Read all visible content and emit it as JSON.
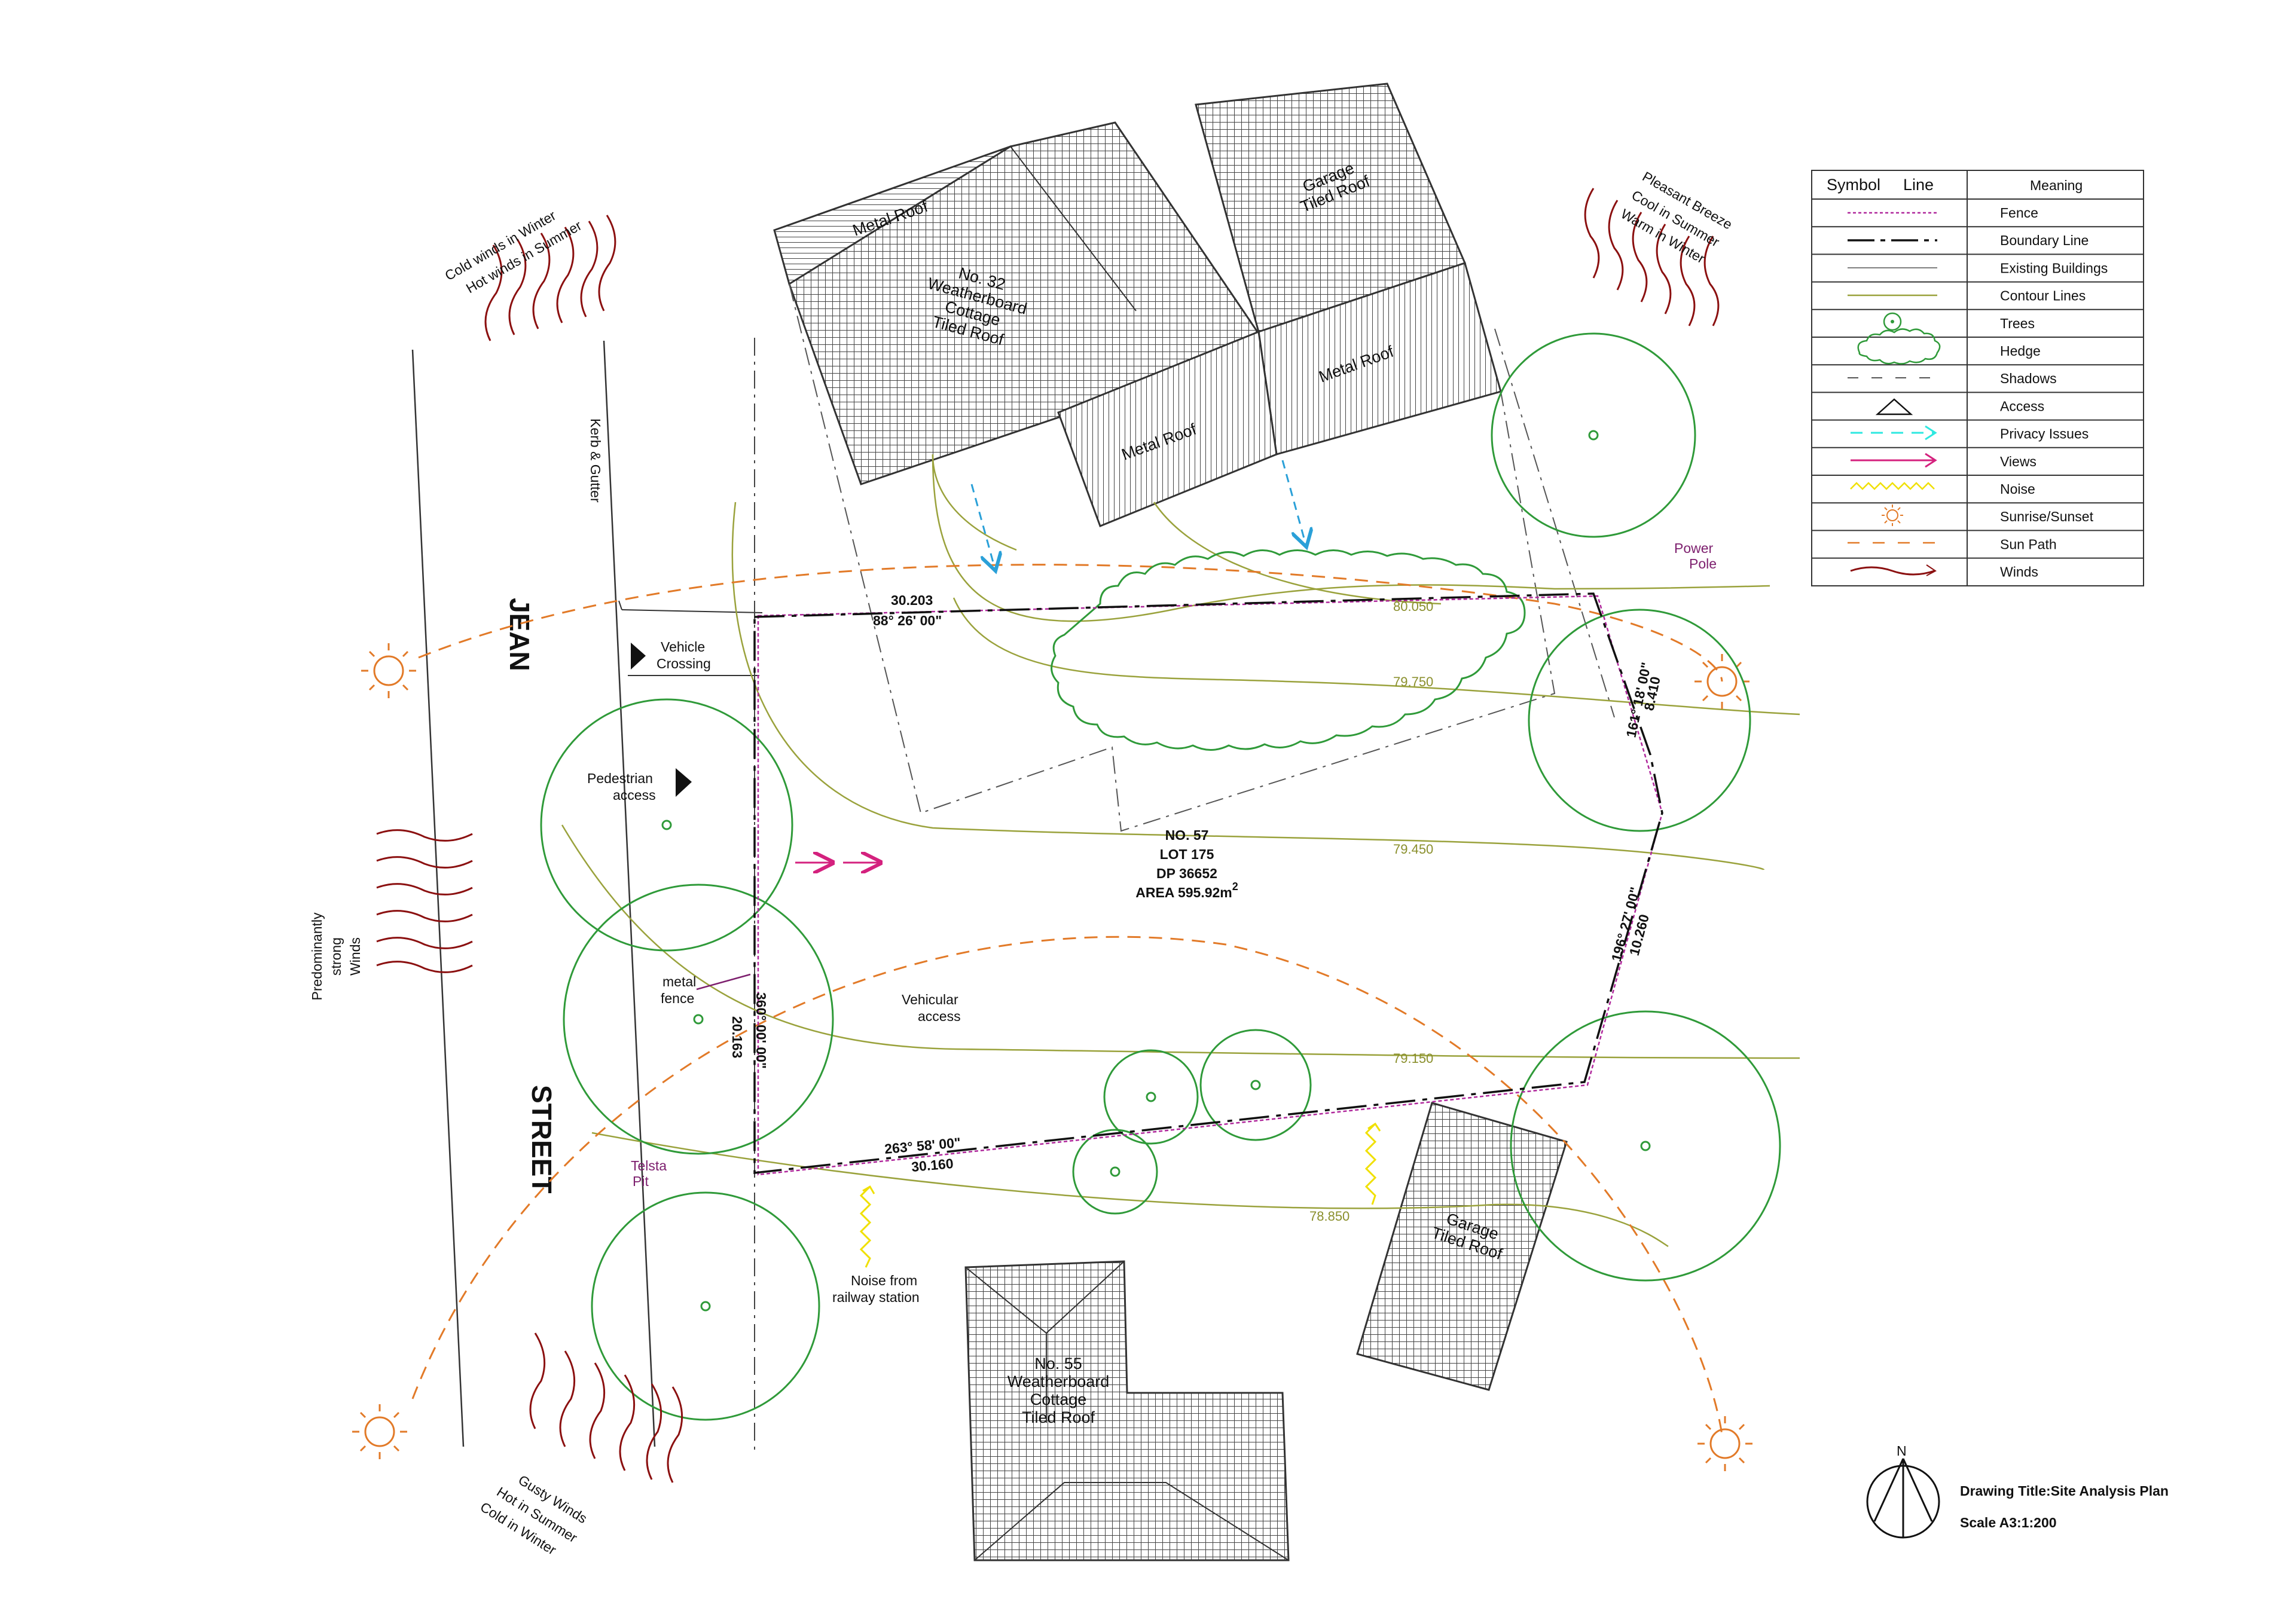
{
  "drawing": {
    "title": "Drawing Title:Site Analysis Plan",
    "scale": "Scale A3:1:200",
    "north": "N"
  },
  "colors": {
    "boundary": "#111111",
    "fence": "#b0289c",
    "contour": "#8a8f2c",
    "trees": "#2f9a39",
    "shadows": "#555555",
    "privacy": "#2aa0d8",
    "views": "#d4217e",
    "noise": "#f0e000",
    "sun": "#e27a28",
    "winds": "#8b1010",
    "roof": "#444444"
  },
  "legend": {
    "head_symbol": "Symbol",
    "head_line": "Line",
    "head_meaning": "Meaning",
    "rows": [
      {
        "icon": "fence-line-icon",
        "label": "Fence"
      },
      {
        "icon": "boundary-line-icon",
        "label": "Boundary Line"
      },
      {
        "icon": "building-line-icon",
        "label": "Existing Buildings"
      },
      {
        "icon": "contour-line-icon",
        "label": "Contour Lines"
      },
      {
        "icon": "tree-icon",
        "label": "Trees"
      },
      {
        "icon": "hedge-icon",
        "label": "Hedge"
      },
      {
        "icon": "shadow-line-icon",
        "label": "Shadows"
      },
      {
        "icon": "access-triangle-icon",
        "label": "Access"
      },
      {
        "icon": "privacy-arrow-icon",
        "label": "Privacy Issues"
      },
      {
        "icon": "view-arrow-icon",
        "label": "Views"
      },
      {
        "icon": "noise-zigzag-icon",
        "label": "Noise"
      },
      {
        "icon": "sun-icon",
        "label": "Sunrise/Sunset"
      },
      {
        "icon": "sun-path-icon",
        "label": "Sun Path"
      },
      {
        "icon": "wind-icon",
        "label": "Winds"
      }
    ]
  },
  "site": {
    "lot_number": "NO. 57",
    "lot": "LOT 175",
    "dp": "DP 36652",
    "area": "AREA 595.92m",
    "area_sup": "2",
    "north_length": "30.203",
    "north_bearing": "88° 26' 00\"",
    "west_bearing": "360° 00' 00\"",
    "west_length": "20.163",
    "south_bearing": "263° 58' 00\"",
    "south_length": "30.160",
    "east_upper_bearing": "161° 18' 00\"",
    "east_upper_length": "8.410",
    "east_lower_bearing": "196° 27' 00\"",
    "east_lower_length": "10.260"
  },
  "contours": [
    "80.050",
    "79.750",
    "79.450",
    "79.150",
    "78.850"
  ],
  "roofs": {
    "no32_metal": "Metal Roof",
    "no32_house": [
      "No. 32",
      "Weatherboard",
      "Cottage",
      "Tiled Roof"
    ],
    "garage_top": [
      "Garage",
      "Tiled Roof"
    ],
    "metal_right": "Metal Roof",
    "metal_center": "Metal Roof",
    "no55_house": [
      "No. 55",
      "Weatherboard",
      "Cottage",
      "Tiled Roof"
    ],
    "garage_bottom": [
      "Garage",
      "Tiled Roof"
    ]
  },
  "labels": {
    "street_jean": "JEAN",
    "street_street": "STREET",
    "kerb": "Kerb & Gutter",
    "vehicle_crossing": [
      "Vehicle",
      "Crossing"
    ],
    "pedestrian_access": [
      "Pedestrian",
      "access"
    ],
    "metal_fence": [
      "metal",
      "fence"
    ],
    "vehicular_access": [
      "Vehicular",
      "access"
    ],
    "telsta_pit": [
      "Telsta",
      "Pit"
    ],
    "noise_railway": [
      "Noise from",
      "railway station"
    ],
    "power_pole": [
      "Power",
      "Pole"
    ],
    "winds_nw": [
      "Cold winds in Winter",
      "Hot winds in Summer"
    ],
    "winds_ne": [
      "Pleasant  Breeze",
      "Cool  in Summer",
      "Warm in Winter"
    ],
    "winds_w": [
      "Predominantly",
      "strong",
      "Winds"
    ],
    "winds_sw": [
      "Gusty Winds",
      "Hot in Summer",
      "Cold in Winter"
    ]
  }
}
